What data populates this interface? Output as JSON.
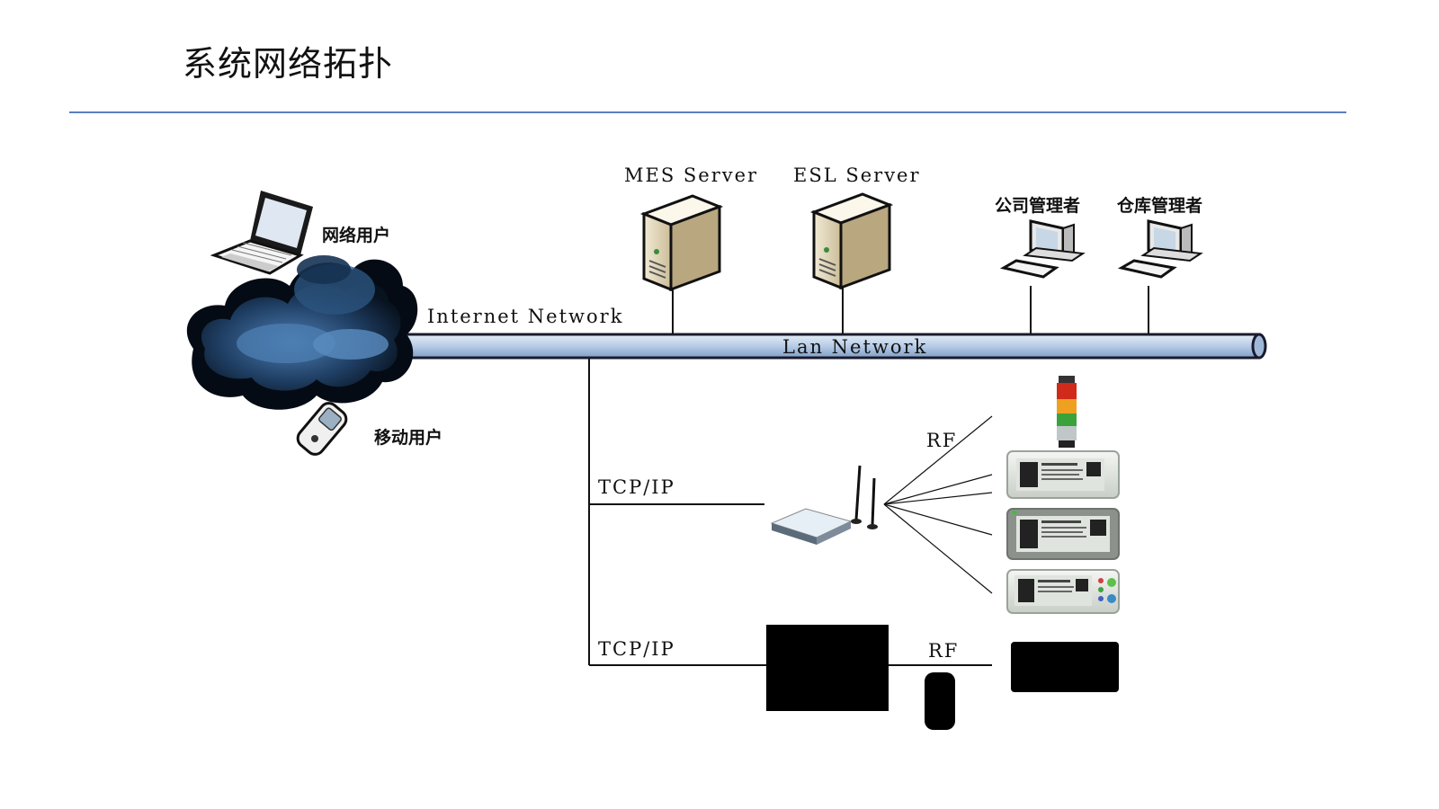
{
  "title": "系统网络拓扑",
  "nodes": {
    "network_user": "网络用户",
    "mobile_user": "移动用户",
    "mes_server": "MES Server",
    "esl_server": "ESL Server",
    "company_manager": "公司管理者",
    "warehouse_manager": "仓库管理者"
  },
  "links": {
    "internet": "Internet Network",
    "lan": "Lan Network",
    "tcpip_1": "TCP/IP",
    "tcpip_2": "TCP/IP",
    "rf_1": "RF",
    "rf_2": "RF"
  },
  "colors": {
    "rule": "#5b7fbf",
    "pipe_fill": "#b7cce6",
    "pipe_edge": "#1a1a2e",
    "cloud_dark": "#0d1b2a",
    "cloud_light": "#3f6d9e"
  }
}
